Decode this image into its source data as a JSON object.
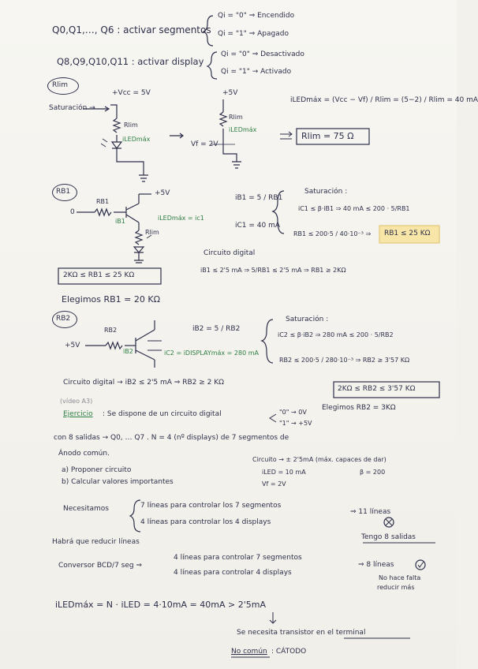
{
  "lines": {
    "q0q6": "Q0,Q1,…, Q6 : activar segmentos",
    "q0q6_on": "Qi = \"0\" ⇒ Encendido",
    "q0q6_off": "Qi = \"1\" ⇒ Apagado",
    "q8q11": "Q8,Q9,Q10,Q11 : activar display",
    "q8_off": "Qi = \"0\" ⇒ Desactivado",
    "q8_on": "Qi = \"1\" → Activado",
    "rlim_tag": "Rlim",
    "saturacion": "Saturación →",
    "vcc1": "+Vcc = 5V",
    "rlim1": "Rlim",
    "iled1": "iLEDmáx",
    "plus5_a": "+5V",
    "rlim2": "Rlim",
    "iled2": "iLEDmáx",
    "vf": "Vf = 2V",
    "eq_iled": "iLEDmáx = (Vcc − Vf) / Rlim = (5−2) / Rlim = 40 mA",
    "rlim_res": "Rlim = 75 Ω",
    "rb1_tag": "RB1",
    "rb1_lbl": "RB1",
    "ib1_lbl": "iB1",
    "plus5_b": "+5V",
    "ic1_lbl": "iLEDmáx = ic1",
    "rlim3": "Rlim",
    "zero": "0",
    "ib1_eq": "iB1 = 5 / RB1",
    "ic1_eq": "iC1 = 40 mA",
    "sat1": "Saturación :",
    "sat1_a": "iC1 ≤ β·iB1 ⇒ 40 mA ≤ 200 · 5/RB1",
    "sat1_b": "RB1 ≤ 200·5 / 40·10⁻³ ⇒",
    "sat1_res": "RB1 ≤ 25 KΩ",
    "circ_dig1": "Circuito digital",
    "range1": "2KΩ ≤ RB1 ≤ 25 KΩ",
    "ib1_lim": "iB1 ≤ 2'5 mA ⇒ 5/RB1 ≤ 2'5 mA ⇒ RB1 ≥ 2KΩ",
    "choose1": "Elegimos RB1 = 20 KΩ",
    "rb2_tag": "RB2",
    "rb2_lbl": "RB2",
    "plus5_c": "+5V",
    "ib2_lbl": "iB2",
    "ic2_lbl": "iC2 = iDISPLAYmáx = 280 mA",
    "ib2_eq": "iB2 = 5 / RB2",
    "sat2": "Saturación :",
    "sat2_a": "iC2 ≤ β·iB2 ⇒ 280 mA ≤ 200 · 5/RB2",
    "sat2_b": "RB2 ≤ 200·5 / 280·10⁻³ ⇒ RB2 ≥ 3'57 KΩ",
    "circ_dig2": "Circuito digital → iB2 ≤ 2'5 mA ⇒ RB2 ≥ 2 KΩ",
    "range2": "2KΩ ≤ RB2 ≤ 3'57 KΩ",
    "choose2": "Elegimos RB2 = 3KΩ",
    "video": "(vídeo A3)",
    "ejercicio": "Ejercicio",
    "ej_text": ": Se dispone de un circuito digital",
    "ej_0v": "\"0\" → 0V",
    "ej_5v": "\"1\" → +5V",
    "ej_line2": "con 8 salidas → Q0, … Q7 . N = 4 (nº displays) de 7 segmentos de",
    "ej_line3": "Ánodo común.",
    "ej_a": "a) Proponer circuito",
    "ej_b": "b) Calcular valores importantes",
    "ej_circ": "Circuito → ± 2'5mA (máx. capaces de dar)",
    "ej_iled": "iLED = 10 mA",
    "ej_beta": "β = 200",
    "ej_vf": "Vf = 2V",
    "necesitamos": "Necesitamos",
    "nec_1": "7 líneas para controlar los 7 segmentos",
    "nec_2": "4 líneas para controlar los 4 displays",
    "nec_res": "⇒ 11 líneas",
    "reducir": "Habrá que reducir líneas",
    "tengo8": "Tengo 8 salidas",
    "conv": "Conversor BCD/7 seg ⇒",
    "conv_1": "4 líneas para controlar 7 segmentos",
    "conv_2": "4 líneas para controlar 4 displays",
    "conv_res": "⇒ 8 líneas",
    "no_falta": "No hace falta",
    "reducir_mas": "reducir más",
    "iled_final": "iLEDmáx = N · iLED = 4·10mA = 40mA > 2'5mA",
    "transistor": "Se necesita transistor en el terminal",
    "no_comun": "No común",
    "catodo": ": CÁTODO"
  }
}
